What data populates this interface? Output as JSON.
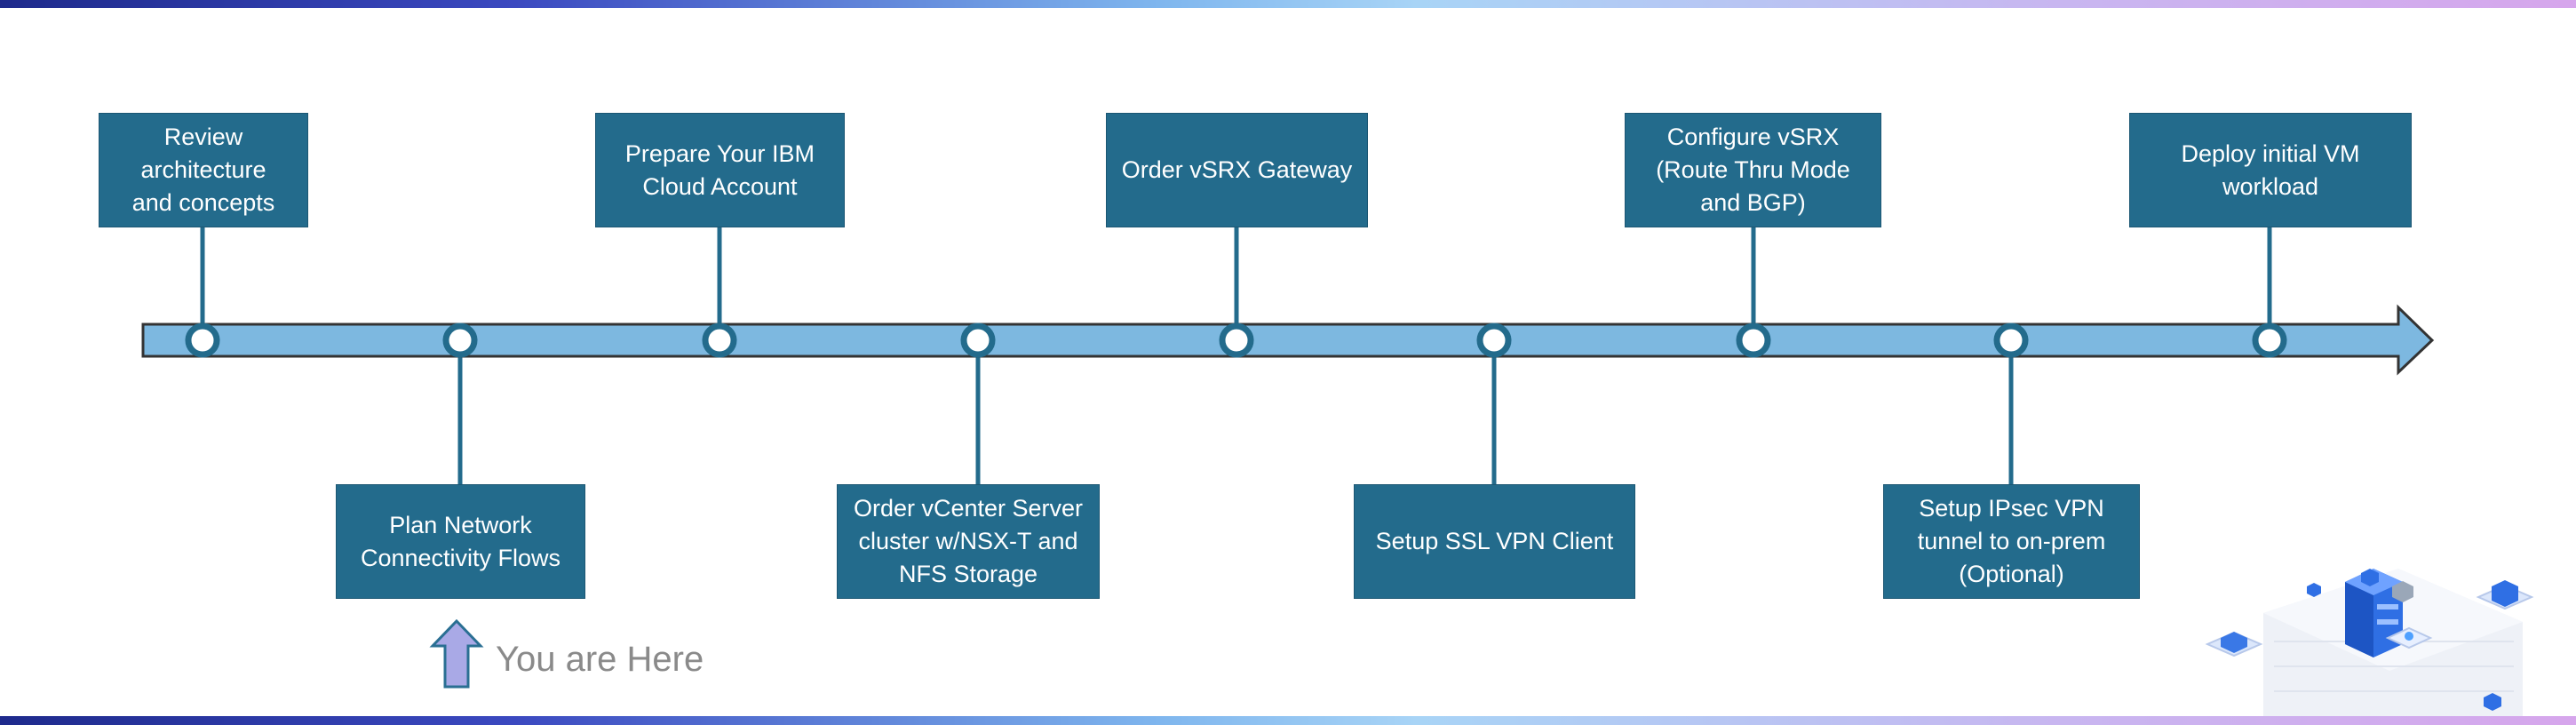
{
  "steps": [
    {
      "label": "Review\narchitecture\nand concepts"
    },
    {
      "label": "Plan Network\nConnectivity Flows"
    },
    {
      "label": "Prepare Your IBM\nCloud Account"
    },
    {
      "label": "Order vCenter Server\ncluster w/NSX-T and\nNFS Storage"
    },
    {
      "label": "Order vSRX Gateway"
    },
    {
      "label": "Setup SSL VPN Client"
    },
    {
      "label": "Configure vSRX\n(Route Thru Mode\nand BGP)"
    },
    {
      "label": "Setup IPsec VPN\ntunnel to on-prem\n(Optional)"
    },
    {
      "label": "Deploy initial VM\nworkload"
    }
  ],
  "marker": {
    "text": "You are Here",
    "current_step": 2
  },
  "colors": {
    "box": "#236b8c",
    "timeline": "#7db8e0",
    "node_stroke": "#236b8c",
    "marker_fill": "#a9a9e6",
    "marker_stroke": "#2a6f93"
  },
  "icons": [
    "cloud-datacenter-illustration-icon"
  ]
}
